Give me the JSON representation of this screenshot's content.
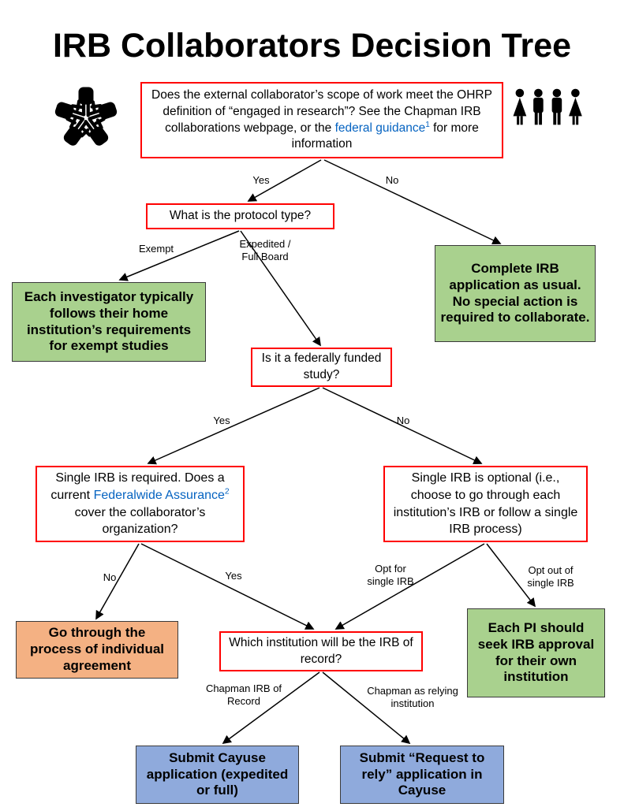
{
  "title": "IRB Collaborators Decision Tree",
  "colors": {
    "question_border": "#ff0000",
    "green_fill": "#a9d18e",
    "orange_fill": "#f4b183",
    "blue_fill": "#8faadc",
    "link_blue": "#0563c1",
    "arrow": "#000000"
  },
  "icons": {
    "left": "hands-together-icon",
    "right": "people-group-icon"
  },
  "nodes": {
    "q_engaged": {
      "text_before": "Does the external collaborator’s scope of work meet the OHRP definition of “engaged in research”? See the Chapman IRB collaborations webpage, or the ",
      "link_text": "federal guidance",
      "link_sup": "1",
      "text_after": " for more information"
    },
    "q_protocol": {
      "text": "What is the protocol type?"
    },
    "n_complete_irb": {
      "text": "Complete IRB application as usual. No special action is required to collaborate."
    },
    "n_exempt": {
      "text": "Each investigator typically follows their home institution’s requirements for exempt studies"
    },
    "q_federal": {
      "text": "Is it a federally funded study?"
    },
    "q_sirb_required": {
      "text_before": "Single IRB is required. Does a current ",
      "link_text": "Federalwide Assurance",
      "link_sup": "2",
      "text_after": " cover the collaborator’s organization?"
    },
    "q_sirb_optional": {
      "text": "Single IRB is optional (i.e., choose to go through each institution’s IRB or follow a single IRB process)"
    },
    "n_individual_agreement": {
      "text": "Go through the process of individual agreement"
    },
    "q_irb_record": {
      "text": "Which institution will be the IRB of record?"
    },
    "n_each_pi": {
      "text": "Each PI should seek IRB approval for their own institution"
    },
    "n_submit_cayuse": {
      "text": "Submit Cayuse application (expedited or full)"
    },
    "n_submit_rely": {
      "text": "Submit “Request to rely” application in Cayuse"
    }
  },
  "edges": {
    "yes1": "Yes",
    "no1": "No",
    "exempt": "Exempt",
    "expedited": "Expedited / Full Board",
    "yes2": "Yes",
    "no2": "No",
    "no3": "No",
    "yes3": "Yes",
    "opt_for": "Opt for single IRB",
    "opt_out": "Opt out of single IRB",
    "chapman_record": "Chapman IRB of Record",
    "chapman_relying": "Chapman as relying institution"
  }
}
